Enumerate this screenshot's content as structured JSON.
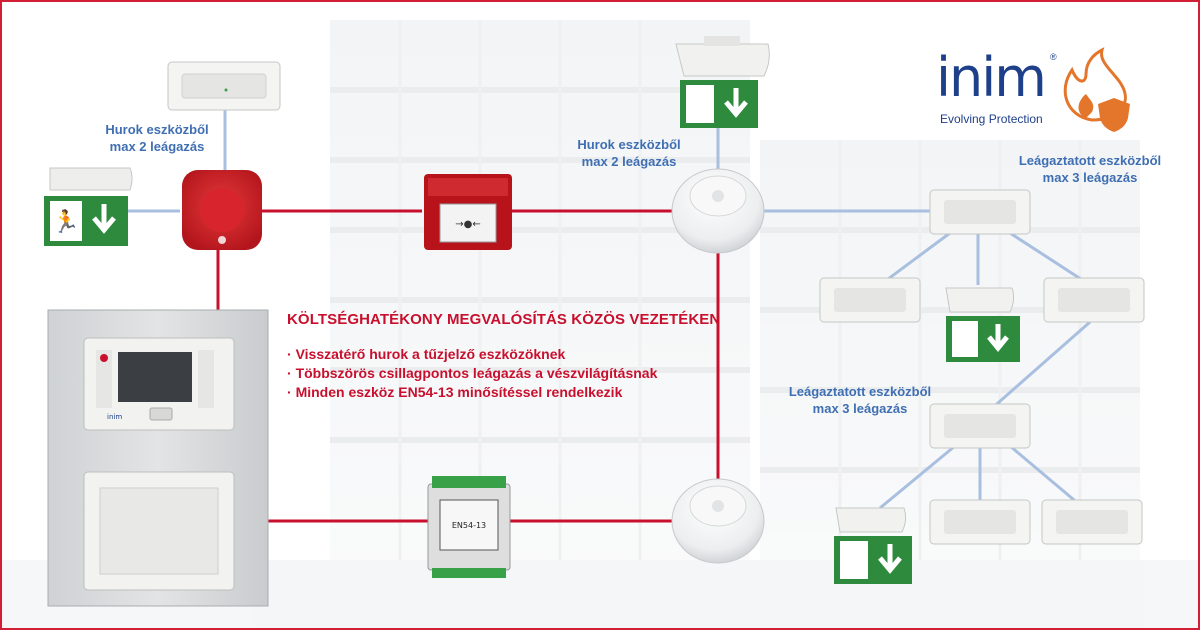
{
  "brand": {
    "name": "inim",
    "registered_mark": "®",
    "tagline": "Evolving Protection",
    "colors": {
      "brand_blue": "#1e3f8a",
      "flame_orange": "#e4762b",
      "loop_red": "#c8102e",
      "branch_blue": "#a9bfe0",
      "label_blue": "#3f6fb2"
    }
  },
  "labels": {
    "loop_left": "Hurok eszközből\nmax 2 leágazás",
    "loop_center": "Hurok eszközből\nmax 2 leágazás",
    "branch_top": "Leágaztatott eszközből\nmax 3 leágazás",
    "branch_mid": "Leágaztatott eszközből\nmax 3 leágazás"
  },
  "headline": "KÖLTSÉGHATÉKONY MEGVALÓSÍTÁS KÖZÖS VEZETÉKEN",
  "features": [
    "Visszatérő hurok a tűzjelző eszközöknek",
    "Többszörös csillagpontos leágazás a vészvilágításnak",
    "Minden eszköz EN54-13 minősítéssel rendelkezik"
  ],
  "devices": {
    "panel_brand": "inim",
    "module_text": "EN54-13"
  }
}
